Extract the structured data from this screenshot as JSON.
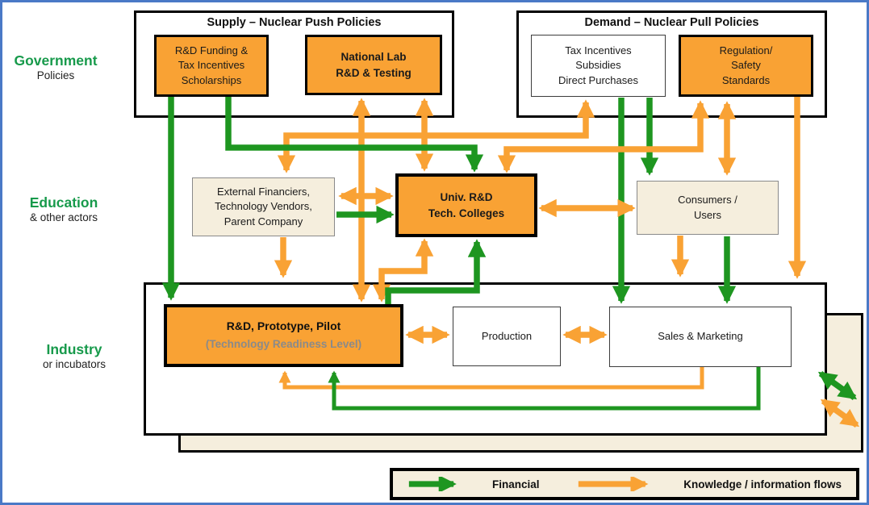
{
  "colors": {
    "financial_green": "#1e9620",
    "knowledge_orange": "#f9a234",
    "box_orange": "#f9a234",
    "beige": "#f5eedd",
    "row_label_green": "#179a4b",
    "frame_blue": "#4a79c6"
  },
  "rows": {
    "government": {
      "title": "Government",
      "subtitle": "Policies"
    },
    "education": {
      "title": "Education",
      "subtitle": "& other actors"
    },
    "industry": {
      "title": "Industry",
      "subtitle": "or incubators"
    }
  },
  "supply": {
    "title": "Supply – Nuclear Push Policies",
    "rd_funding": "R&D Funding  &\nTax Incentives\nScholarships",
    "national_lab": "National Lab\nR&D & Testing"
  },
  "demand": {
    "title": "Demand – Nuclear Pull Policies",
    "tax_incentives": "Tax Incentives\nSubsidies\nDirect Purchases",
    "regulation": "Regulation/\nSafety\nStandards"
  },
  "education_row": {
    "external_financiers": "External Financiers,\nTechnology Vendors,\nParent Company",
    "univ_rd": "Univ. R&D\nTech. Colleges",
    "consumers": "Consumers /\nUsers"
  },
  "industry_row": {
    "rd_prototype": "R&D, Prototype, Pilot",
    "rd_prototype_sub": "(Technology Readiness Level)",
    "production": "Production",
    "sales": "Sales & Marketing"
  },
  "legend": {
    "financial": "Financial",
    "knowledge": "Knowledge / information flows"
  },
  "flows": [
    {
      "type": "financial",
      "from": "R&D Funding",
      "to": "R&D, Prototype, Pilot",
      "bidirectional": false
    },
    {
      "type": "financial",
      "from": "R&D Funding",
      "to": "Univ. R&D Tech. Colleges",
      "bidirectional": false
    },
    {
      "type": "financial",
      "from": "External Financiers",
      "to": "Univ. R&D Tech. Colleges",
      "bidirectional": false
    },
    {
      "type": "financial",
      "from": "R&D, Prototype, Pilot",
      "to": "Univ. R&D Tech. Colleges",
      "bidirectional": false
    },
    {
      "type": "financial",
      "from": "Tax Incentives Subsidies",
      "to": "Sales & Marketing",
      "bidirectional": false
    },
    {
      "type": "financial",
      "from": "Tax Incentives Subsidies",
      "to": "Consumers / Users",
      "bidirectional": false
    },
    {
      "type": "financial",
      "from": "Consumers / Users",
      "to": "Sales & Marketing",
      "bidirectional": false
    },
    {
      "type": "financial",
      "from": "Sales & Marketing",
      "to": "R&D, Prototype, Pilot",
      "bidirectional": false
    },
    {
      "type": "financial",
      "from": "Industry",
      "to": "outside",
      "bidirectional": true
    },
    {
      "type": "knowledge",
      "from": "External Financiers",
      "to": "Tax Incentives Subsidies",
      "bidirectional": true
    },
    {
      "type": "knowledge",
      "from": "National Lab",
      "to": "R&D, Prototype, Pilot",
      "bidirectional": true
    },
    {
      "type": "knowledge",
      "from": "National Lab",
      "to": "Univ. R&D Tech. Colleges",
      "bidirectional": true
    },
    {
      "type": "knowledge",
      "from": "External Financiers",
      "to": "Univ. R&D Tech. Colleges",
      "bidirectional": true
    },
    {
      "type": "knowledge",
      "from": "Univ. R&D Tech. Colleges",
      "to": "Regulation/Safety Standards",
      "bidirectional": true
    },
    {
      "type": "knowledge",
      "from": "Regulation/Safety Standards",
      "to": "Consumers / Users",
      "bidirectional": true
    },
    {
      "type": "knowledge",
      "from": "Regulation/Safety Standards",
      "to": "Industry",
      "bidirectional": false
    },
    {
      "type": "knowledge",
      "from": "Univ. R&D Tech. Colleges",
      "to": "Consumers / Users",
      "bidirectional": true
    },
    {
      "type": "knowledge",
      "from": "External Financiers",
      "to": "Industry",
      "bidirectional": false
    },
    {
      "type": "knowledge",
      "from": "Consumers / Users",
      "to": "Industry",
      "bidirectional": false
    },
    {
      "type": "knowledge",
      "from": "Univ. R&D Tech. Colleges",
      "to": "R&D, Prototype, Pilot",
      "bidirectional": true
    },
    {
      "type": "knowledge",
      "from": "R&D, Prototype, Pilot",
      "to": "Production",
      "bidirectional": true
    },
    {
      "type": "knowledge",
      "from": "Production",
      "to": "Sales & Marketing",
      "bidirectional": true
    },
    {
      "type": "knowledge",
      "from": "Sales & Marketing",
      "to": "R&D, Prototype, Pilot",
      "bidirectional": false
    },
    {
      "type": "knowledge",
      "from": "Industry",
      "to": "outside",
      "bidirectional": true
    }
  ]
}
